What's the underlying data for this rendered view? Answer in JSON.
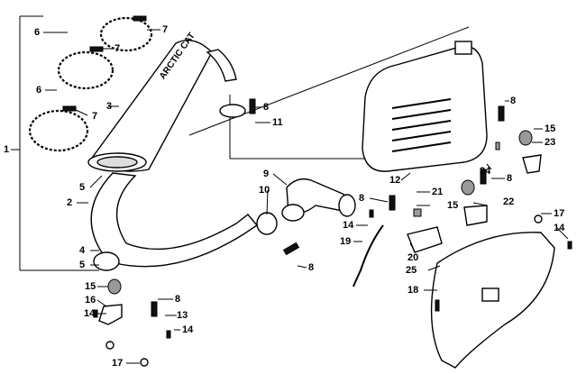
{
  "callouts": [
    {
      "id": "c1",
      "text": "1"
    },
    {
      "id": "c2",
      "text": "2"
    },
    {
      "id": "c3",
      "text": "3"
    },
    {
      "id": "c4",
      "text": "4"
    },
    {
      "id": "c5a",
      "text": "5"
    },
    {
      "id": "c5b",
      "text": "5"
    },
    {
      "id": "c6a",
      "text": "6"
    },
    {
      "id": "c6b",
      "text": "6"
    },
    {
      "id": "c7a",
      "text": "7"
    },
    {
      "id": "c7b",
      "text": "7"
    },
    {
      "id": "c7c",
      "text": "7"
    },
    {
      "id": "c8a",
      "text": "8"
    },
    {
      "id": "c8b",
      "text": "8"
    },
    {
      "id": "c8c",
      "text": "8"
    },
    {
      "id": "c8d",
      "text": "8"
    },
    {
      "id": "c8e",
      "text": "8"
    },
    {
      "id": "c8f",
      "text": "8"
    },
    {
      "id": "c9",
      "text": "9"
    },
    {
      "id": "c10",
      "text": "10"
    },
    {
      "id": "c11",
      "text": "11"
    },
    {
      "id": "c12",
      "text": "12"
    },
    {
      "id": "c13",
      "text": "13"
    },
    {
      "id": "c14a",
      "text": "14"
    },
    {
      "id": "c14b",
      "text": "14"
    },
    {
      "id": "c14c",
      "text": "14"
    },
    {
      "id": "c14d",
      "text": "14"
    },
    {
      "id": "c15a",
      "text": "15"
    },
    {
      "id": "c15b",
      "text": "15"
    },
    {
      "id": "c15c",
      "text": "15"
    },
    {
      "id": "c16",
      "text": "16"
    },
    {
      "id": "c17a",
      "text": "17"
    },
    {
      "id": "c17b",
      "text": "17"
    },
    {
      "id": "c18",
      "text": "18"
    },
    {
      "id": "c19",
      "text": "19"
    },
    {
      "id": "c20",
      "text": "20"
    },
    {
      "id": "c21",
      "text": "21"
    },
    {
      "id": "c22",
      "text": "22"
    },
    {
      "id": "c23",
      "text": "23"
    },
    {
      "id": "c24",
      "text": "24"
    },
    {
      "id": "c25",
      "text": "25"
    }
  ]
}
